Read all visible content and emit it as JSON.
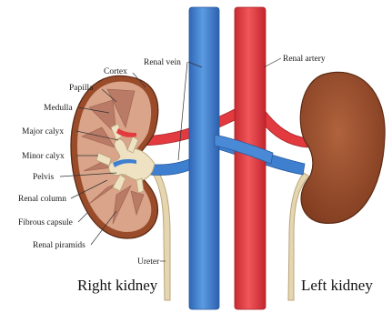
{
  "diagram": {
    "labels": {
      "cortex": "Cortex",
      "papilla": "Papilla",
      "medulla": "Medulla",
      "major_calyx": "Major calyx",
      "minor_calyx": "Minor calyx",
      "pelvis": "Pelvis",
      "renal_column": "Renal column",
      "fibrous_capsule": "Fibrous capsule",
      "renal_pyramids": "Renal piramids",
      "renal_vein": "Renal vein",
      "renal_artery": "Renal artery",
      "ureter": "Ureter"
    },
    "captions": {
      "right_kidney": "Right kidney",
      "left_kidney": "Left kidney"
    },
    "colors": {
      "vein": "#3f7fd0",
      "artery": "#e23a3f",
      "kidney": "#9a4b2a",
      "cortex": "#d9a489",
      "pyramid": "#b97a66",
      "pelvis": "#efe2c3",
      "ureter": "#e6d6b0"
    }
  }
}
